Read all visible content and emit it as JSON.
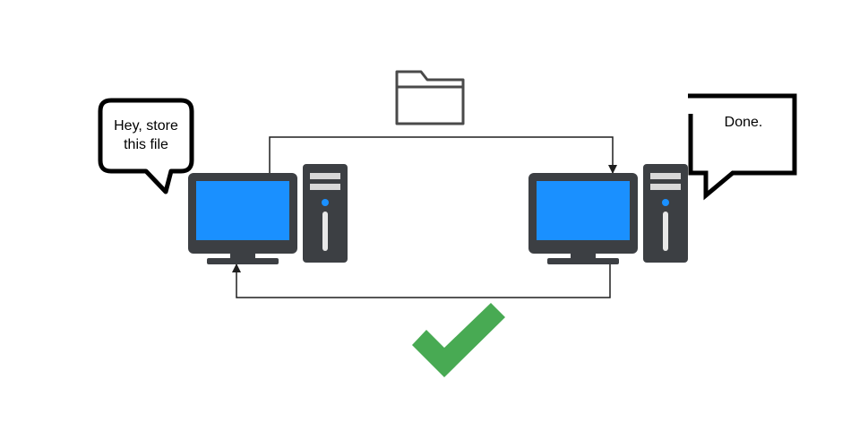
{
  "diagram": {
    "left_bubble": {
      "lines": [
        "Hey, store",
        "this file"
      ]
    },
    "right_bubble": {
      "lines": [
        "Done."
      ]
    },
    "icons": {
      "file": "folder-icon",
      "success": "checkmark-icon",
      "client": "desktop-computer-icon",
      "server": "desktop-computer-icon"
    },
    "colors": {
      "screen": "#1a90ff",
      "body": "#3c3f43",
      "tower_accent": "#d8d8d8",
      "power_light": "#1a90ff",
      "arrow": "#1f1f1f",
      "folder_stroke": "#4a4a4a",
      "checkmark": "#48aa53"
    }
  }
}
